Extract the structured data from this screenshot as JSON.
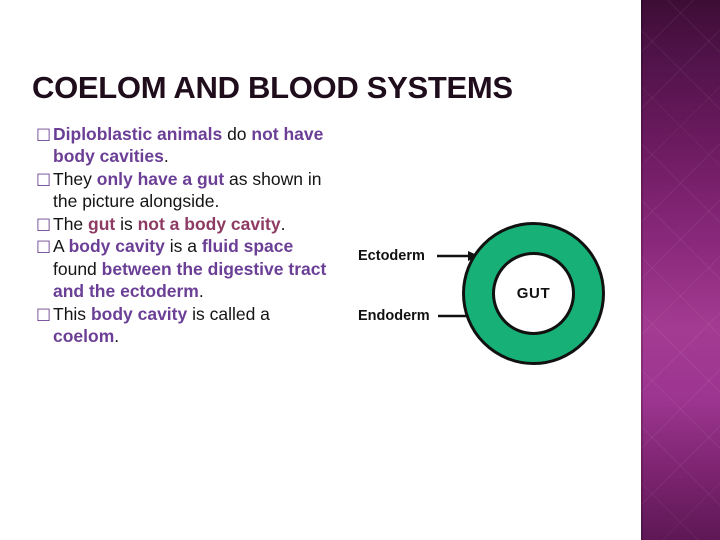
{
  "slide": {
    "title": "COELOM AND BLOOD SYSTEMS",
    "bullet_marker": "□",
    "accent_purple": "#6b3f96",
    "accent_wine": "#8e3b63",
    "band_color": "#8c2a7d",
    "bullets": [
      {
        "runs": [
          {
            "text": "Diploblastic animals ",
            "style": "hl-purple"
          },
          {
            "text": "do ",
            "style": "plain"
          },
          {
            "text": "not have body cavities",
            "style": "hl-purple"
          },
          {
            "text": ".",
            "style": "plain"
          }
        ]
      },
      {
        "runs": [
          {
            "text": "They ",
            "style": "plain"
          },
          {
            "text": "only have a gut ",
            "style": "hl-purple"
          },
          {
            "text": "as shown in the picture alongside.",
            "style": "plain"
          }
        ]
      },
      {
        "runs": [
          {
            "text": "The ",
            "style": "plain"
          },
          {
            "text": "gut ",
            "style": "hl-wine"
          },
          {
            "text": "is ",
            "style": "plain"
          },
          {
            "text": "not a body cavity",
            "style": "hl-wine"
          },
          {
            "text": ".",
            "style": "plain"
          }
        ]
      },
      {
        "runs": [
          {
            "text": "A ",
            "style": "plain"
          },
          {
            "text": "body cavity ",
            "style": "hl-purple"
          },
          {
            "text": "is a ",
            "style": "plain"
          },
          {
            "text": "fluid space ",
            "style": "hl-purple"
          },
          {
            "text": "found ",
            "style": "plain"
          },
          {
            "text": "between the digestive tract and the ectoderm",
            "style": "hl-purple"
          },
          {
            "text": ".",
            "style": "plain"
          }
        ]
      },
      {
        "runs": [
          {
            "text": "This ",
            "style": "plain"
          },
          {
            "text": "body cavity ",
            "style": "hl-purple"
          },
          {
            "text": "is called a ",
            "style": "plain"
          },
          {
            "text": "coelom",
            "style": "hl-purple"
          },
          {
            "text": ".",
            "style": "plain"
          }
        ]
      }
    ]
  },
  "diagram": {
    "center_label": "GUT",
    "outer_label": "Ectoderm",
    "inner_label": "Endoderm",
    "ring_color": "#17b178",
    "outline_color": "#111111",
    "cavity_color": "#ffffff"
  }
}
